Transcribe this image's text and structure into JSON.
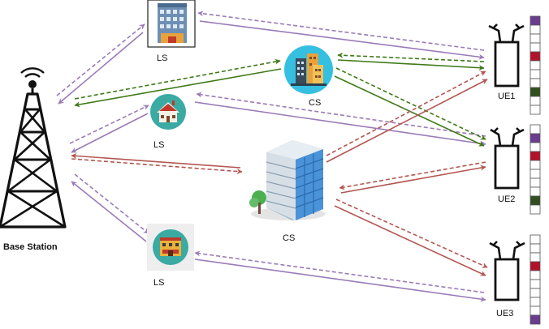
{
  "labels": {
    "base_station": "Base Station",
    "ls_top": "LS",
    "ls_mid": "LS",
    "ls_bottom": "LS",
    "cs_top": "CS",
    "cs_center": "CS",
    "ue1": "UE1",
    "ue2": "UE2",
    "ue3": "UE3"
  },
  "colors": {
    "purple_link": "#9a7bb8",
    "green_link": "#3f7a18",
    "red_link": "#b45651",
    "tower": "#111111",
    "circle_teal": "#3aaaa3",
    "circle_cyan": "#35bfe0",
    "cell_purple": "#6a3d8f",
    "cell_red": "#b3122b",
    "cell_green": "#2f4f1e"
  },
  "icons": {
    "base_station": "radio-tower-icon",
    "ls_top": "office-building-icon",
    "ls_mid": "house-icon",
    "ls_bottom": "shop-building-icon",
    "cs_top": "city-buildings-icon",
    "cs_center": "office-tower-icon",
    "ue": "antenna-device-icon"
  }
}
